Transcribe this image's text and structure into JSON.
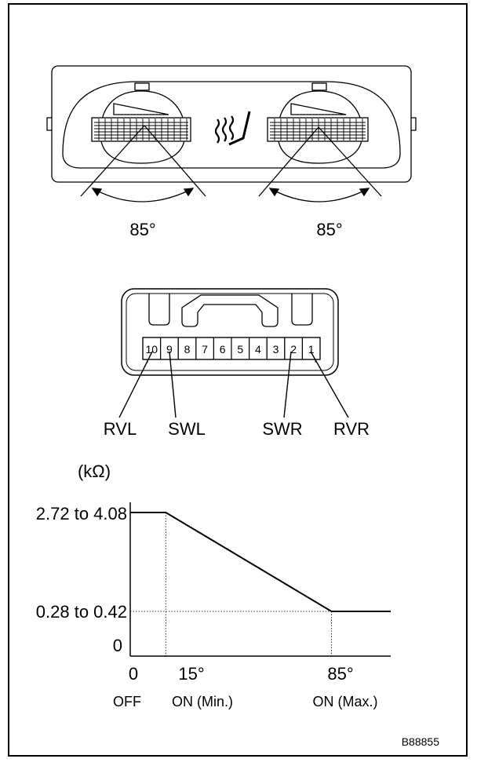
{
  "panel": {
    "left_angle": "85°",
    "right_angle": "85°"
  },
  "connector": {
    "pins": [
      "10",
      "9",
      "8",
      "7",
      "6",
      "5",
      "4",
      "3",
      "2",
      "1"
    ],
    "labels": {
      "rvl": "RVL",
      "swl": "SWL",
      "swr": "SWR",
      "rvr": "RVR"
    }
  },
  "graph": {
    "unit": "(kΩ)",
    "y_high": "2.72 to 4.08",
    "y_low": "0.28 to 0.42",
    "y_zero": "0",
    "x_zero": "0",
    "x_15": "15°",
    "x_85": "85°",
    "state_off": "OFF",
    "state_min": "ON (Min.)",
    "state_max": "ON (Max.)"
  },
  "figure_code": "B88855",
  "chart_data": {
    "type": "line",
    "x": [
      0,
      15,
      85,
      110
    ],
    "y": [
      3.4,
      3.4,
      0.35,
      0.35
    ],
    "xticks": [
      "0",
      "15°",
      "85°"
    ],
    "yticks": [
      "0",
      "0.28 to 0.42",
      "2.72 to 4.08"
    ],
    "ylabel": "(kΩ)",
    "x_state_labels": [
      "OFF",
      "ON (Min.)",
      "ON (Max.)"
    ]
  }
}
